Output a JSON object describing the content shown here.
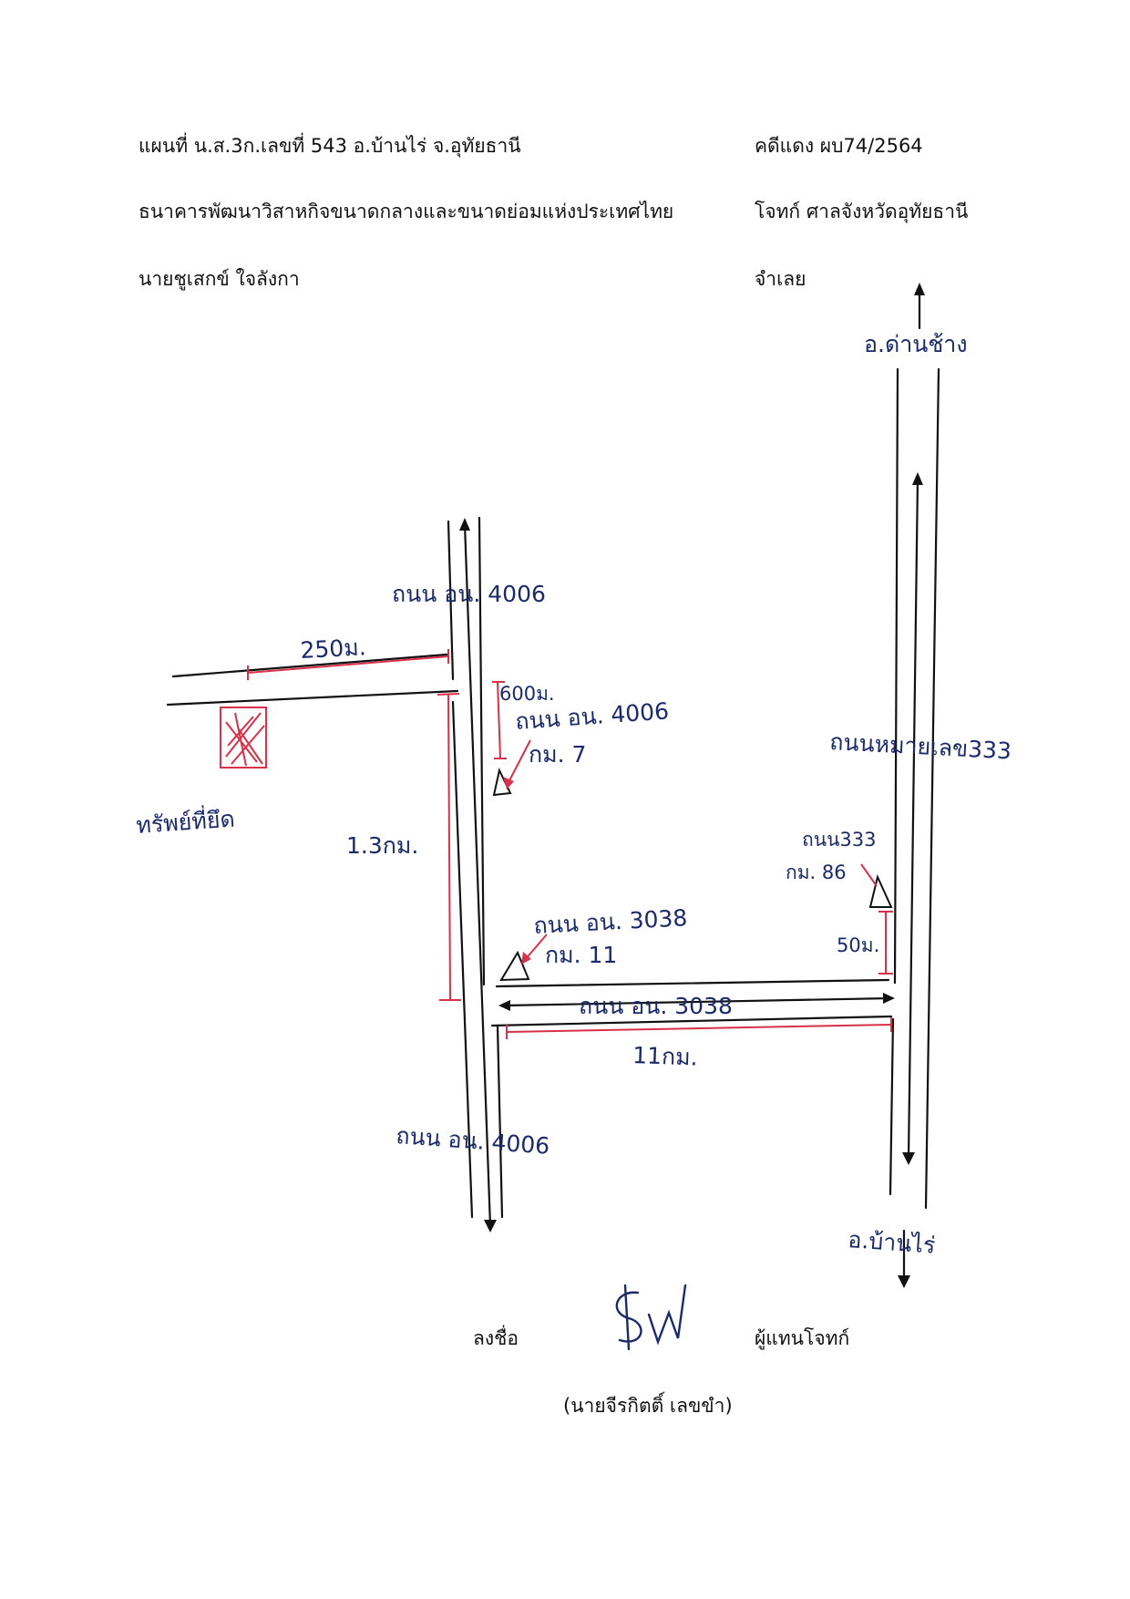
{
  "header": {
    "map_title": "แผนที่ น.ส.3ก.เลขที่ 543  อ.บ้านไร่   จ.อุทัยธานี",
    "case_number": "คดีแดง ผบ74/2564",
    "plaintiff": "ธนาคารพัฒนาวิสาหกิจขนาดกลางและขนาดย่อมแห่งประเทศไทย",
    "plaintiff_role": "โจทก์ ศาลจังหวัดอุทัยธานี",
    "defendant": "นายชูเสกข์ ใจลังกา",
    "defendant_role": "จำเลย"
  },
  "map": {
    "to_ban_rai": "อ.บ้านไร่",
    "to_district_north": "อ.ด่านช้าง",
    "road_333_label": "ถนนหมายเลข333",
    "road_4006_top": "ถนน อน. 4006",
    "road_4006_bottom": "ถนน อน. 4006",
    "road_4006_marker": "ถนน อน. 4006",
    "km7": "กม. 7",
    "dist_600": "600ม.",
    "dist_250": "250ม.",
    "dist_1_3km": "1.3กม.",
    "property_label": "ทรัพย์ที่ยึด",
    "road_3038_marker": "ถนน อน. 3038",
    "km11": "กม. 11",
    "road_3038_label": "ถนน อน. 3038",
    "dist_11km": "11กม.",
    "road_333_marker": "ถนน333",
    "km86": "กม. 86",
    "dist_50": "50ม."
  },
  "footer": {
    "sign_label": "ลงชื่อ",
    "signer_role": "ผู้แทนโจทก์",
    "signer_name": "(นายจีรกิตติ์  เลขขำ)"
  },
  "colors": {
    "ink": "#111111",
    "pen_blue": "#1b2a6b",
    "pen_red": "#d8314a"
  }
}
